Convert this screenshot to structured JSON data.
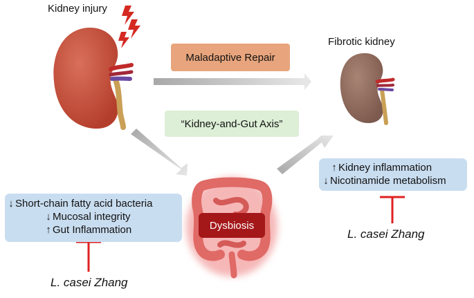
{
  "labels": {
    "kidney_injury": "Kidney injury",
    "fibrotic_kidney": "Fibrotic kidney",
    "maladaptive_repair": "Maladaptive Repair",
    "axis": "“Kidney-and-Gut Axis”",
    "dysbiosis": "Dysbiosis"
  },
  "gut_effects": [
    {
      "direction": "down",
      "text": "Short-chain fatty acid bacteria"
    },
    {
      "direction": "down",
      "text": "Mucosal integrity"
    },
    {
      "direction": "up",
      "text": "Gut Inflammation"
    }
  ],
  "kidney_effects": [
    {
      "direction": "up",
      "text": "Kidney inflammation"
    },
    {
      "direction": "down",
      "text": "Nicotinamide metabolism"
    }
  ],
  "inhibitors": {
    "left": "L. casei Zhang",
    "right": "L. casei Zhang"
  },
  "colors": {
    "kidney_healthy": "#c44e3a",
    "kidney_fibrotic": "#8e6a5d",
    "lightning": "#d42a22",
    "inhibition": "#e02020",
    "arrow": "#c8c8c8",
    "gut": "#e06a66",
    "dysbiosis_box": "#a4181a",
    "panel": "#c9ddf0"
  }
}
